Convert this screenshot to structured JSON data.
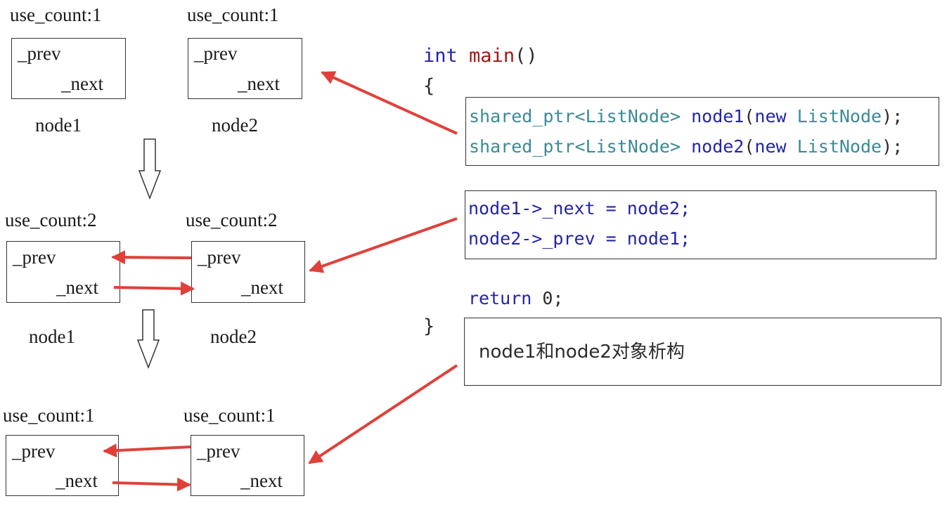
{
  "stages": [
    {
      "node1": {
        "count": "use_count:1",
        "prev": "_prev",
        "next": "_next",
        "name": "node1"
      },
      "node2": {
        "count": "use_count:1",
        "prev": "_prev",
        "next": "_next",
        "name": "node2"
      }
    },
    {
      "node1": {
        "count": "use_count:2",
        "prev": "_prev",
        "next": "_next",
        "name": "node1"
      },
      "node2": {
        "count": "use_count:2",
        "prev": "_prev",
        "next": "_next",
        "name": "node2"
      }
    },
    {
      "node1": {
        "count": "use_count:1",
        "prev": "_prev",
        "next": "_next"
      },
      "node2": {
        "count": "use_count:1",
        "prev": "_prev",
        "next": "_next"
      }
    }
  ],
  "code": {
    "kw_int": "int",
    "fn_main": "main",
    "parens": "()",
    "brace_open": "{",
    "brace_close": "}",
    "line1": {
      "type": "shared_ptr<ListNode>",
      "var": "node1",
      "open": "(",
      "kw_new": "new",
      "cls": "ListNode",
      "close": ");"
    },
    "line2": {
      "type": "shared_ptr<ListNode>",
      "var": "node2",
      "open": "(",
      "kw_new": "new",
      "cls": "ListNode",
      "close": ");"
    },
    "assign1": "node1->_next = node2;",
    "assign2": "node2->_prev = node1;",
    "kw_return": "return",
    "return_val": "0;",
    "destruct_note": "node1和node2对象析构"
  },
  "colors": {
    "arrow": "#e0403a",
    "keyword": "#2424a8",
    "type": "#3a8a96",
    "function": "#a31515"
  }
}
